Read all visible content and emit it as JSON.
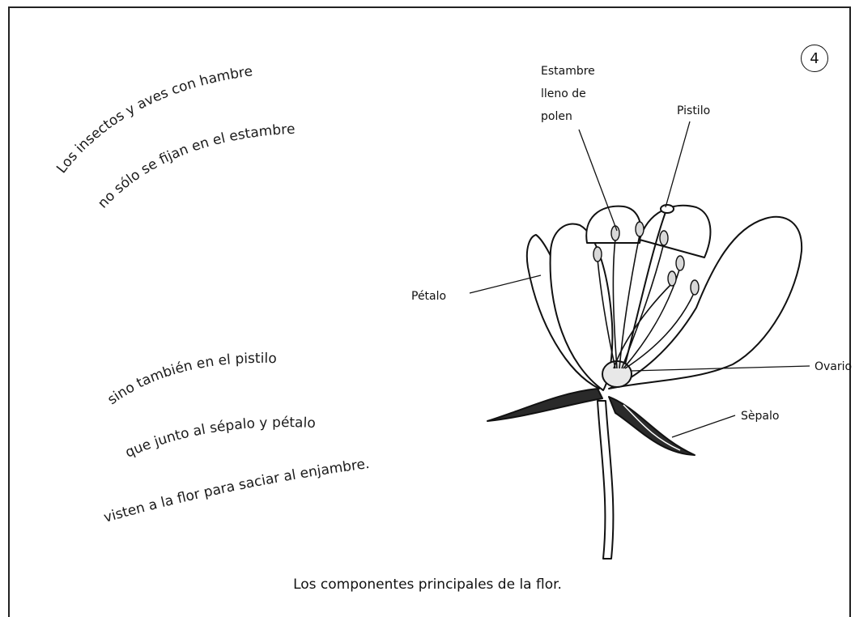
{
  "page_number": "4",
  "poem": {
    "line1": "Los insectos y aves con hambre",
    "line2": "no sólo se fijan en el estambre",
    "line3": "sino también en el pistilo",
    "line4": "que junto al sépalo y pétalo",
    "line5": "visten a la flor para saciar al enjambre."
  },
  "labels": {
    "estambre_1": "Estambre",
    "estambre_2": "lleno de",
    "estambre_3": "polen",
    "pistilo": "Pistilo",
    "petalo": "Pétalo",
    "ovario": "Ovario",
    "sepalo": "Sèpalo"
  },
  "caption": "Los componentes principales de la flor."
}
